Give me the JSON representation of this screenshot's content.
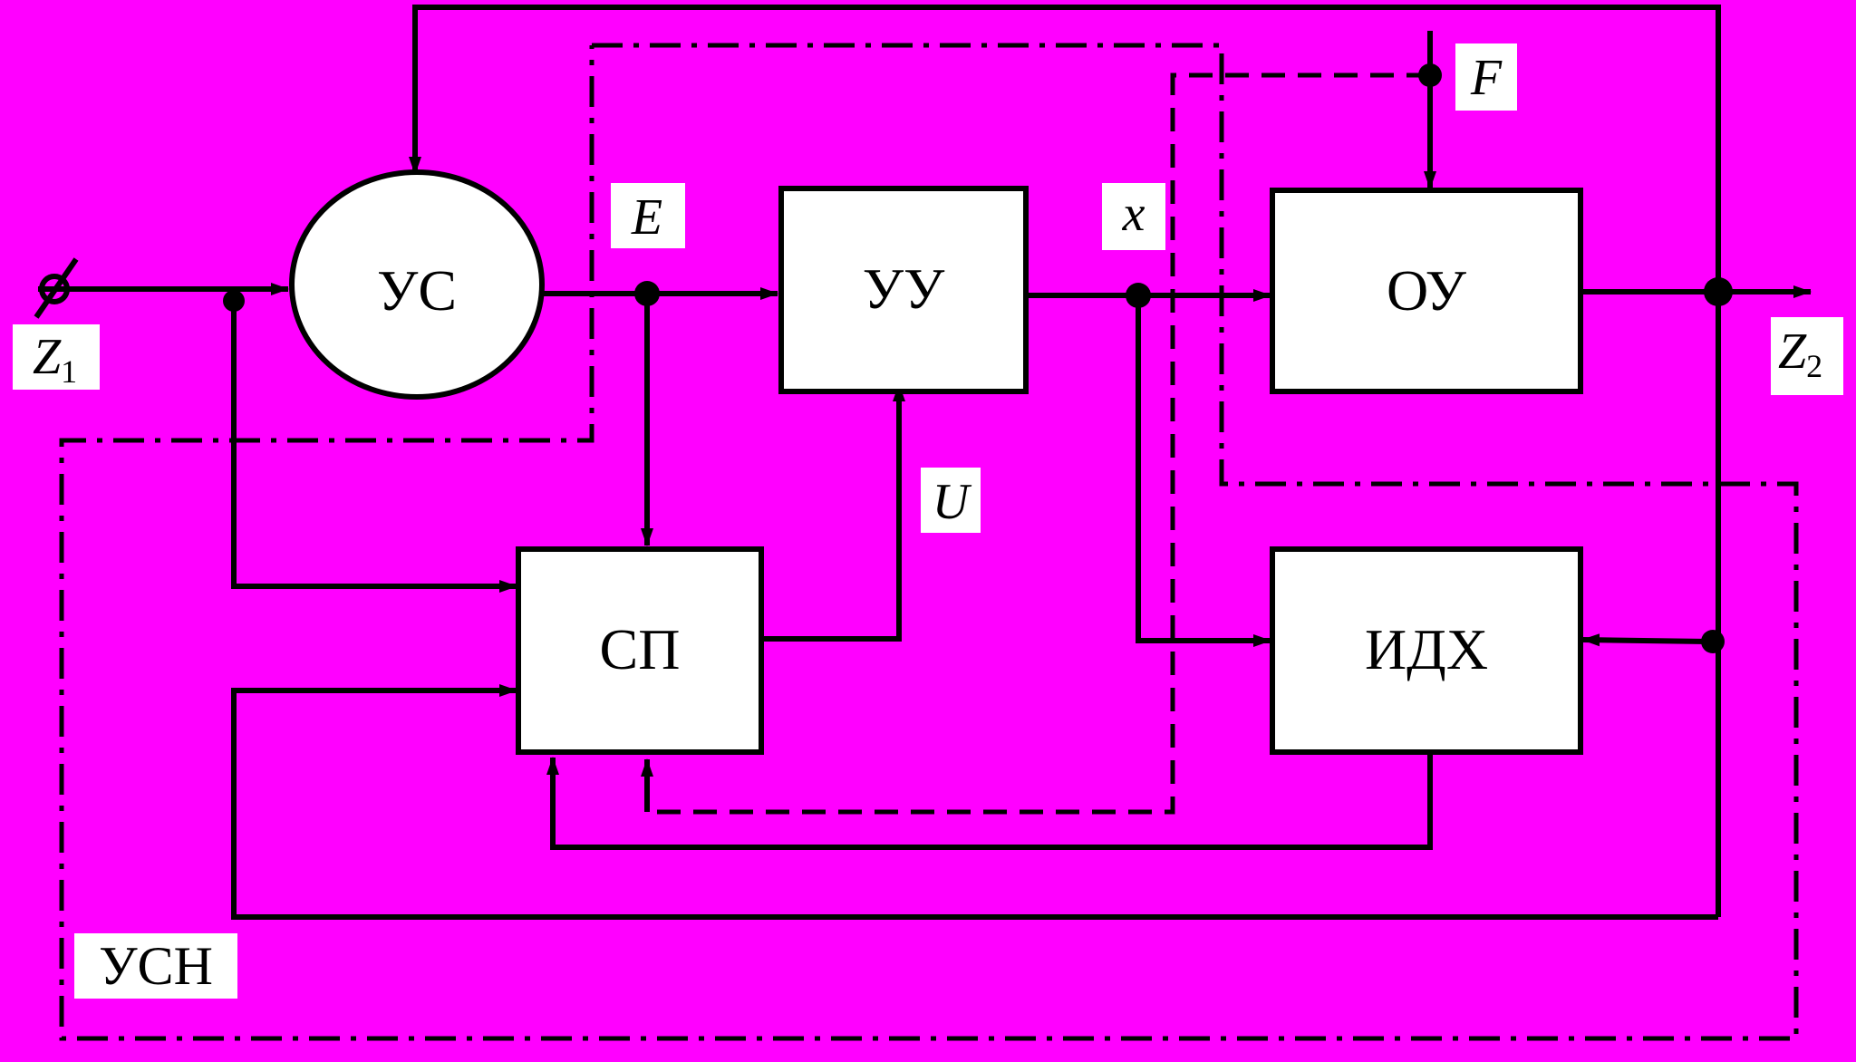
{
  "colors": {
    "background": "#ff00ff",
    "line": "#000000",
    "block_fill": "#ffffff",
    "node_fill": "#000000"
  },
  "blocks": {
    "us": "УС",
    "uu": "УУ",
    "ou": "ОУ",
    "sp": "СП",
    "idx": "ИДХ",
    "usn": "УСН"
  },
  "signals": {
    "z1": "Z",
    "z1_sub": "1",
    "z2": "Z",
    "z2_sub": "2",
    "e": "E",
    "x": "x",
    "u": "U",
    "f": "F"
  }
}
